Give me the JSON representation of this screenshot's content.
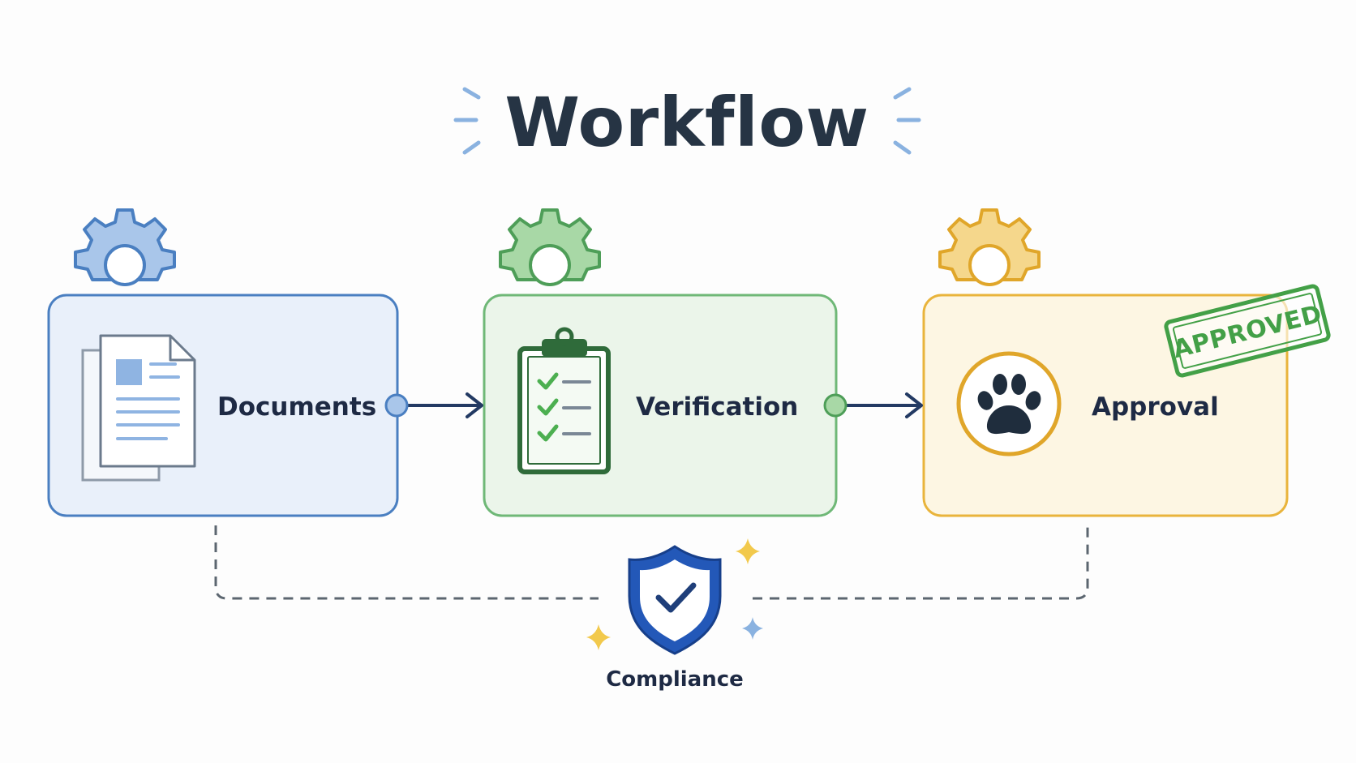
{
  "title": "Workflow",
  "steps": [
    {
      "label": "Documents",
      "icon": "document-icon",
      "accent": "#4a7fc1",
      "fill": "#e9f0fa"
    },
    {
      "label": "Verification",
      "icon": "clipboard-checklist-icon",
      "accent": "#5fae68",
      "fill": "#ebf5ea"
    },
    {
      "label": "Approval",
      "icon": "paw-icon",
      "accent": "#e9b43c",
      "fill": "#fdf6e3"
    }
  ],
  "stamp": {
    "text": "APPROVED",
    "color": "#43a047"
  },
  "compliance": {
    "label": "Compliance",
    "icon": "shield-check-icon",
    "color": "#2358b8"
  }
}
